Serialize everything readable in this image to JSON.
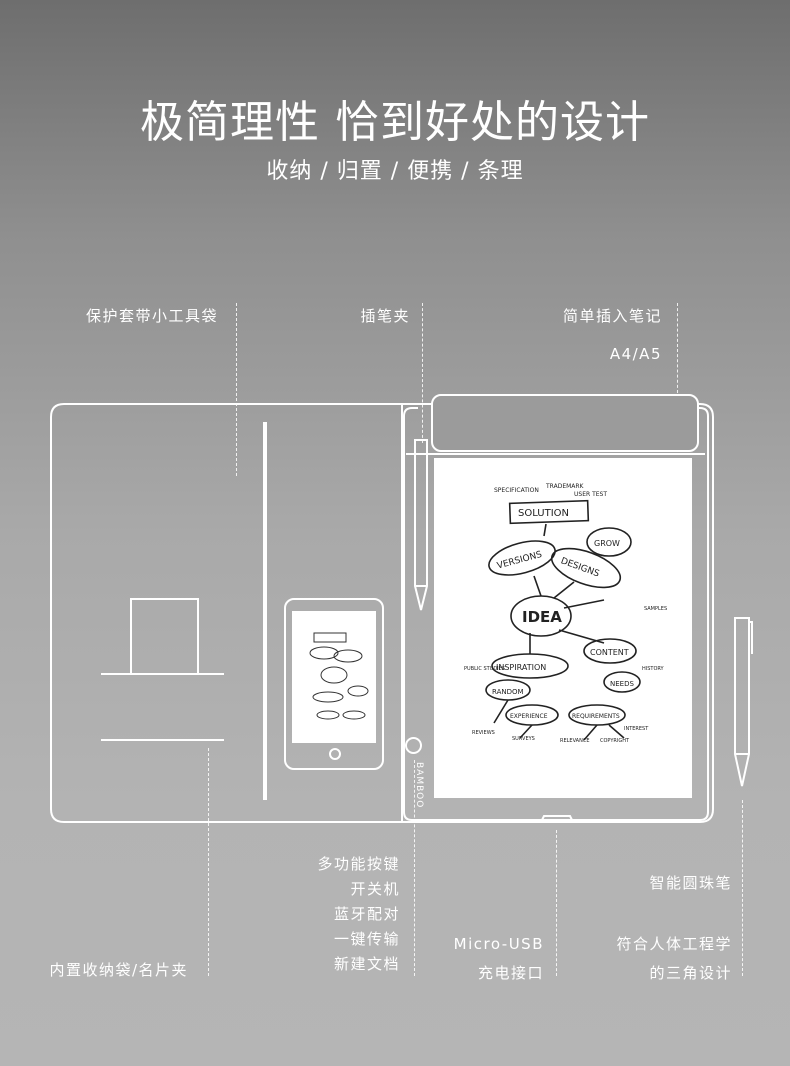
{
  "header": {
    "title": "极简理性  恰到好处的设计",
    "subtitle": "收纳 / 归置 / 便携 / 条理"
  },
  "labels": {
    "tool_pocket": "保护套带小工具袋",
    "pen_clip": "插笔夹",
    "insert_notebook": "简单插入笔记",
    "paper_size": "A4/A5",
    "storage_bag": "内置收纳袋/名片夹",
    "multi_button": [
      "多功能按键",
      "开关机",
      "蓝牙配对",
      "一键传输",
      "新建文档"
    ],
    "usb_port": [
      "Micro-USB",
      "充电接口"
    ],
    "smart_pen": "智能圆珠笔",
    "ergonomic": [
      "符合人体工程学",
      "的三角设计"
    ]
  },
  "device": {
    "brand": "BAMBOO"
  },
  "sketch": {
    "solution": "SOLUTION",
    "specification": "SPECIFICATION",
    "trademark": "TRADEMARK",
    "user_test": "USER TEST",
    "versions": "VERSIONS",
    "designs": "DESIGNS",
    "grow": "GROW",
    "idea": "IDEA",
    "inspiration": "INSPIRATION",
    "content": "CONTENT",
    "random": "RANDOM",
    "needs": "NEEDS",
    "experience": "EXPERIENCE",
    "requirements": "REQUIREMENTS",
    "reviews": "REVIEWS",
    "surveys": "SURVEYS",
    "relevance": "RELEVANCE",
    "copyright": "COPYRIGHT",
    "public_studies": "PUBLIC STUDIES",
    "history": "HISTORY",
    "interest": "INTEREST",
    "samples": "SAMPLES"
  }
}
